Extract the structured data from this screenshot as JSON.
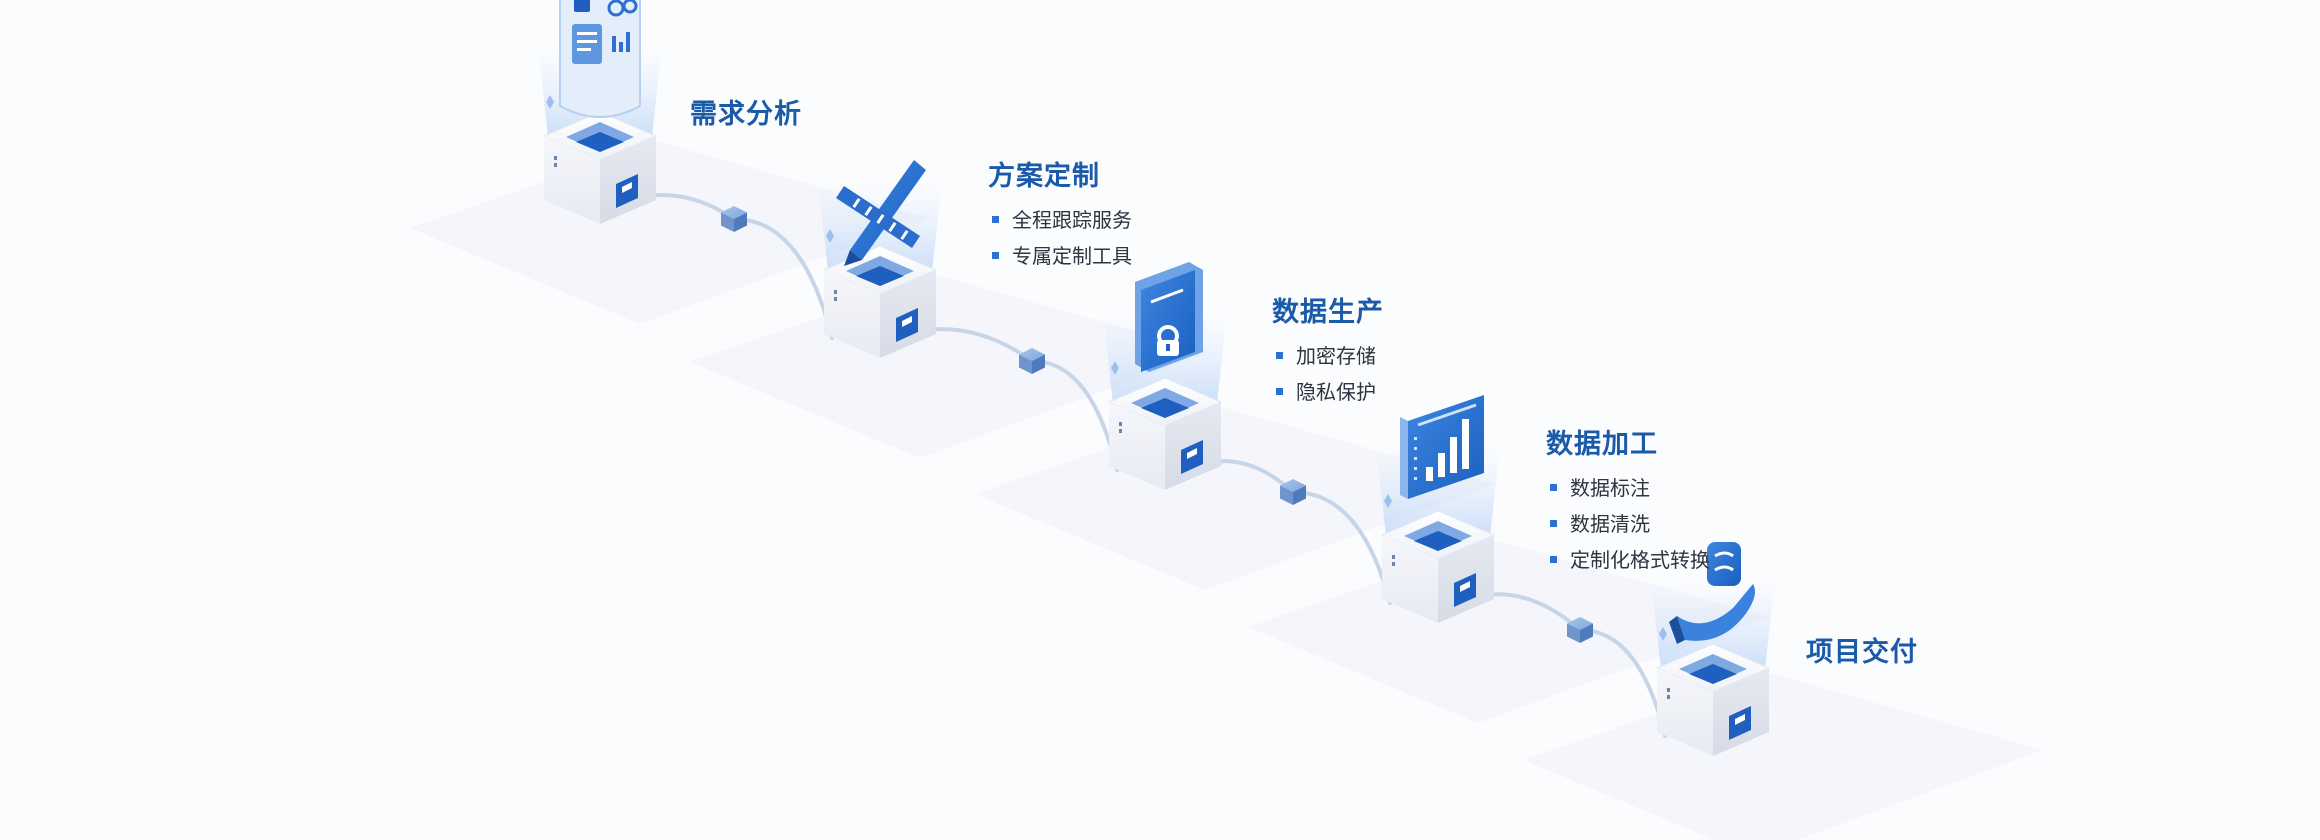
{
  "steps": [
    {
      "title": "需求分析",
      "items": [],
      "icon": "analysis-dashboard-icon"
    },
    {
      "title": "方案定制",
      "items": [
        "全程跟踪服务",
        "专属定制工具"
      ],
      "icon": "ruler-pencil-icon"
    },
    {
      "title": "数据生产",
      "items": [
        "加密存储",
        "隐私保护"
      ],
      "icon": "secure-folder-icon"
    },
    {
      "title": "数据加工",
      "items": [
        "数据标注",
        "数据清洗",
        "定制化格式转换"
      ],
      "icon": "chart-screen-icon"
    },
    {
      "title": "项目交付",
      "items": [],
      "icon": "hand-delivery-icon"
    }
  ],
  "colors": {
    "title": "#1a5aa8",
    "text": "#2e3440",
    "accent": "#2f6fcf",
    "deep_blue": "#1f5fbf",
    "box_light": "#f1f3f8",
    "box_side": "#dfe3ec",
    "connector": "#c7d5e8"
  }
}
